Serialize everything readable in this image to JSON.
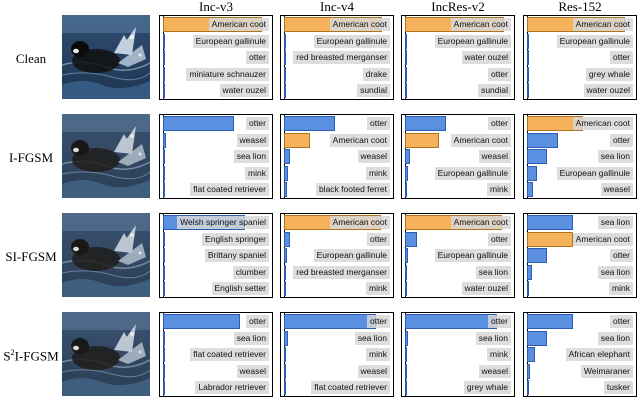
{
  "column_headers": [
    "Inc-v3",
    "Inc-v4",
    "IncRes-v2",
    "Res-152"
  ],
  "row_labels": [
    {
      "main": "Clean",
      "sup": ""
    },
    {
      "main": "I-FGSM",
      "sup": ""
    },
    {
      "main": "SI-FGSM",
      "sup": ""
    },
    {
      "main": "SI-FGSM",
      "sup": "2",
      "pre": "S",
      "post": "I-FGSM"
    }
  ],
  "colors": {
    "top1": "#f6b25a",
    "other": "#5b8fe0"
  },
  "grid": [
    [
      {
        "labels": [
          "American coot",
          "European gallinule",
          "otter",
          "miniature schnauzer",
          "water ouzel"
        ],
        "probs": [
          0.97,
          0.015,
          0.006,
          0.005,
          0.004
        ],
        "top_color": "orange"
      },
      {
        "labels": [
          "American coot",
          "European gallinule",
          "red breasted merganser",
          "drake",
          "sundial"
        ],
        "probs": [
          0.96,
          0.012,
          0.006,
          0.005,
          0.004
        ],
        "top_color": "orange"
      },
      {
        "labels": [
          "American coot",
          "European gallinule",
          "water ouzel",
          "otter",
          "sundial"
        ],
        "probs": [
          0.97,
          0.012,
          0.006,
          0.005,
          0.004
        ],
        "top_color": "orange"
      },
      {
        "labels": [
          "American coot",
          "European gallinule",
          "otter",
          "grey whale",
          "water ouzel"
        ],
        "probs": [
          0.96,
          0.012,
          0.006,
          0.005,
          0.004
        ],
        "top_color": "orange"
      }
    ],
    [
      {
        "labels": [
          "otter",
          "weasel",
          "sea lion",
          "mink",
          "flat coated retriever"
        ],
        "probs": [
          0.7,
          0.03,
          0.02,
          0.015,
          0.01
        ],
        "top_color": "blue"
      },
      {
        "labels": [
          "otter",
          "American coot",
          "weasel",
          "mink",
          "black footed ferret"
        ],
        "probs": [
          0.5,
          0.25,
          0.06,
          0.04,
          0.03
        ],
        "top_color": "blue",
        "highlight_index": 1
      },
      {
        "labels": [
          "otter",
          "American coot",
          "weasel",
          "European gallinule",
          "mink"
        ],
        "probs": [
          0.4,
          0.33,
          0.05,
          0.03,
          0.02
        ],
        "top_color": "blue",
        "highlight_index": 1
      },
      {
        "labels": [
          "American coot",
          "otter",
          "sea lion",
          "European gallinule",
          "weasel"
        ],
        "probs": [
          0.55,
          0.3,
          0.2,
          0.1,
          0.06
        ],
        "top_color": "orange"
      }
    ],
    [
      {
        "labels": [
          "Welsh springer spaniel",
          "English springer",
          "Brittany spaniel",
          "clumber",
          "English setter"
        ],
        "probs": [
          0.8,
          0.02,
          0.015,
          0.01,
          0.008
        ],
        "top_color": "blue"
      },
      {
        "labels": [
          "American coot",
          "otter",
          "European gallinule",
          "red breasted merganser",
          "mink"
        ],
        "probs": [
          0.95,
          0.06,
          0.03,
          0.02,
          0.015
        ],
        "top_color": "orange"
      },
      {
        "labels": [
          "American coot",
          "otter",
          "European gallinule",
          "sea lion",
          "water ouzel"
        ],
        "probs": [
          0.95,
          0.12,
          0.03,
          0.02,
          0.015
        ],
        "top_color": "orange"
      },
      {
        "labels": [
          "sea lion",
          "American coot",
          "otter",
          "sea lion",
          "mink"
        ],
        "probs": [
          0.45,
          0.45,
          0.2,
          0.05,
          0.02
        ],
        "top_color": "blue",
        "highlight_index": 1
      }
    ],
    [
      {
        "labels": [
          "otter",
          "sea lion",
          "flat coated retriever",
          "weasel",
          "Labrador retriever"
        ],
        "probs": [
          0.75,
          0.02,
          0.015,
          0.01,
          0.008
        ],
        "top_color": "blue"
      },
      {
        "labels": [
          "otter",
          "sea lion",
          "mink",
          "weasel",
          "flat coated retriever"
        ],
        "probs": [
          0.9,
          0.04,
          0.02,
          0.015,
          0.01
        ],
        "top_color": "blue"
      },
      {
        "labels": [
          "otter",
          "sea lion",
          "mink",
          "weasel",
          "grey whale"
        ],
        "probs": [
          0.9,
          0.03,
          0.02,
          0.015,
          0.01
        ],
        "top_color": "blue"
      },
      {
        "labels": [
          "otter",
          "sea lion",
          "African elephant",
          "Weimaraner",
          "tusker"
        ],
        "probs": [
          0.45,
          0.2,
          0.08,
          0.03,
          0.02
        ],
        "top_color": "blue"
      }
    ]
  ]
}
